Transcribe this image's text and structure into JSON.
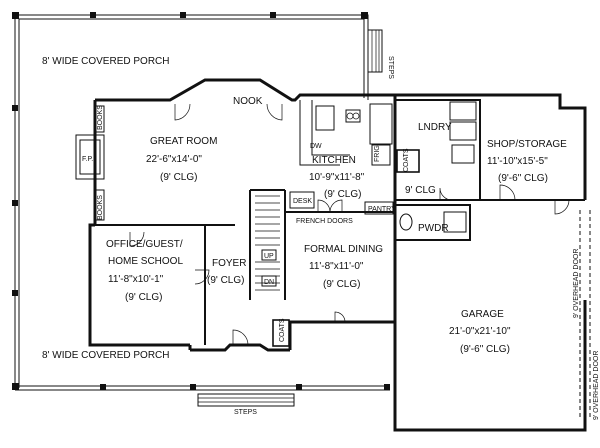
{
  "rooms": {
    "porch_top": "8' WIDE COVERED PORCH",
    "porch_bottom": "8' WIDE COVERED PORCH",
    "nook": "NOOK",
    "great_room": {
      "name": "GREAT ROOM",
      "size": "22'-6\"x14'-0\"",
      "ceiling": "(9' CLG)"
    },
    "kitchen": {
      "name": "KITCHEN",
      "size": "10'-9\"x11'-8\"",
      "ceiling": "(9' CLG)"
    },
    "laundry": {
      "name": "LNDRY",
      "ceiling": "9' CLG"
    },
    "shop": {
      "name": "SHOP/STORAGE",
      "size": "11'-10\"x15'-5\"",
      "ceiling": "(9'-6\" CLG)"
    },
    "office": {
      "name_line1": "OFFICE/GUEST/",
      "name_line2": "HOME SCHOOL",
      "size": "11'-8\"x10'-1\"",
      "ceiling": "(9' CLG)"
    },
    "foyer": {
      "name": "FOYER",
      "ceiling": "(9' CLG)"
    },
    "dining": {
      "name": "FORMAL DINING",
      "size": "11'-8\"x11'-0\"",
      "ceiling": "(9' CLG)"
    },
    "garage": {
      "name": "GARAGE",
      "size": "21'-0\"x21'-10\"",
      "ceiling": "(9'-6\" CLG)"
    },
    "powder": "PWDR"
  },
  "labels": {
    "steps_right": "STEPS",
    "steps_bottom": "STEPS",
    "books_top": "BOOKS",
    "books_bottom": "BOOKS",
    "fireplace": "F.P.",
    "dw": "DW",
    "frig": "FRIG",
    "coats_upper": "COATS",
    "coats_lower": "COATS",
    "desk": "DESK",
    "pantry": "PANTRY",
    "french_doors": "FRENCH DOORS",
    "up": "UP",
    "dn": "DN",
    "overhead_door_1": "9' OVERHEAD DOOR",
    "overhead_door_2": "9' OVERHEAD DOOR"
  }
}
